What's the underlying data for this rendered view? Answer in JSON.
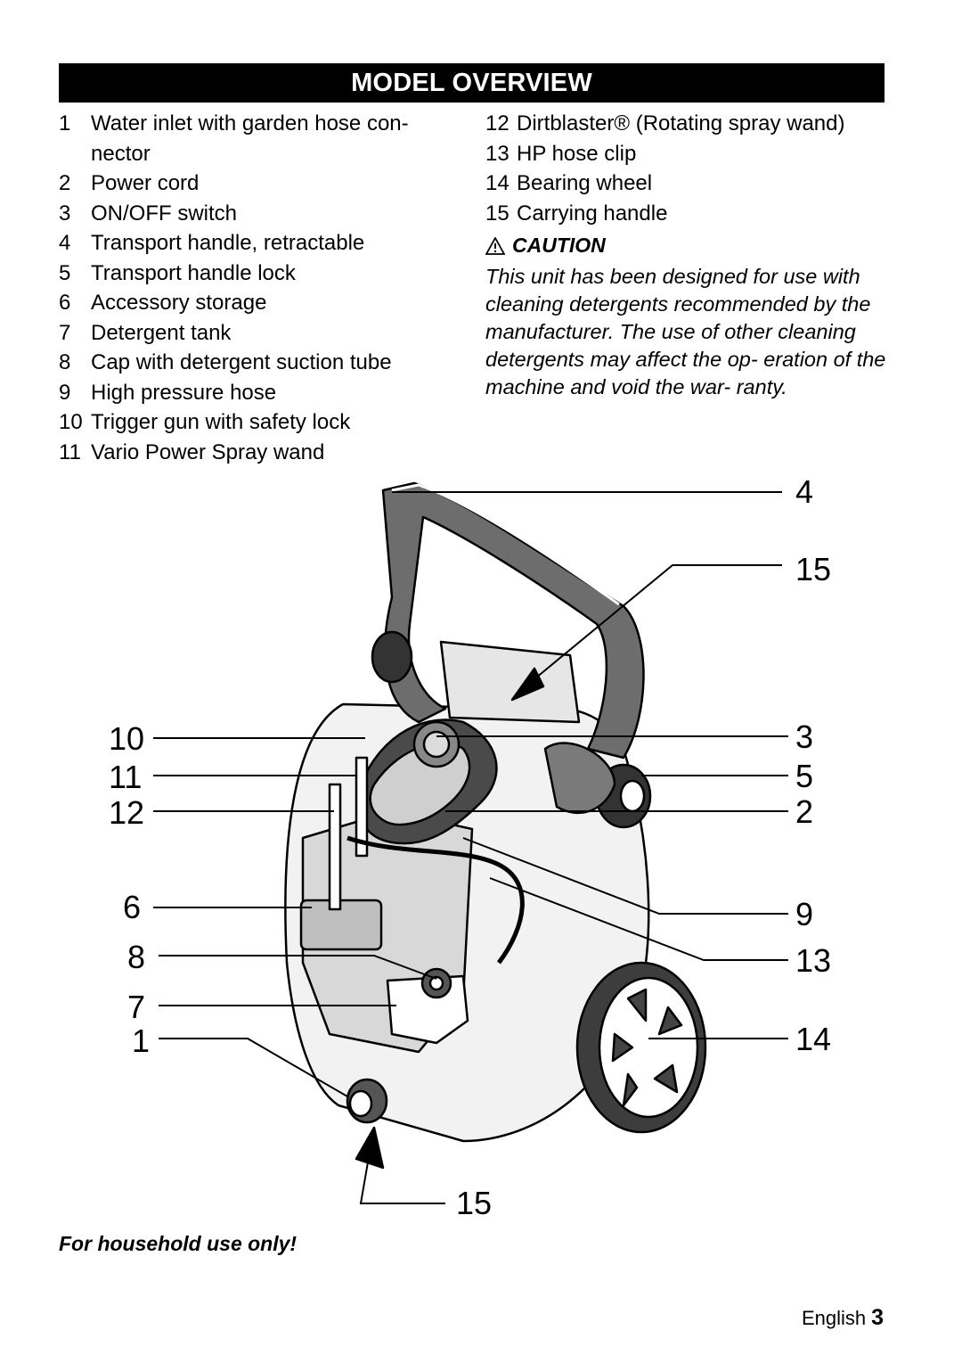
{
  "header": {
    "title": "MODEL OVERVIEW"
  },
  "parts_left": [
    {
      "num": "1",
      "label": "Water inlet with garden hose con-",
      "cont": "nector"
    },
    {
      "num": "2",
      "label": "Power cord"
    },
    {
      "num": "3",
      "label": "ON/OFF switch"
    },
    {
      "num": "4",
      "label": "Transport handle, retractable"
    },
    {
      "num": "5",
      "label": "Transport handle lock"
    },
    {
      "num": "6",
      "label": "Accessory storage"
    },
    {
      "num": "7",
      "label": "Detergent tank"
    },
    {
      "num": "8",
      "label": "Cap with detergent suction tube"
    },
    {
      "num": "9",
      "label": "High pressure hose"
    },
    {
      "num": "10",
      "label": "Trigger gun with safety lock"
    },
    {
      "num": "11",
      "label": "Vario Power Spray wand"
    }
  ],
  "parts_right": [
    {
      "num": "12",
      "label": "Dirtblaster® (Rotating spray wand)"
    },
    {
      "num": "13",
      "label": "HP hose clip"
    },
    {
      "num": "14",
      "label": "Bearing wheel"
    },
    {
      "num": "15",
      "label": "Carrying handle"
    }
  ],
  "caution": {
    "heading": "CAUTION",
    "text": "This unit has been designed for use with cleaning detergents recommended by the manufacturer. The use of other cleaning detergents may affect the op- eration of the machine and void the war- ranty."
  },
  "diagram": {
    "callouts": {
      "c4": "4",
      "c15_top": "15",
      "c10": "10",
      "c3": "3",
      "c11": "11",
      "c5": "5",
      "c12": "12",
      "c2": "2",
      "c6": "6",
      "c9": "9",
      "c8": "8",
      "c13": "13",
      "c7": "7",
      "c1": "1",
      "c14": "14",
      "c15_bottom": "15"
    }
  },
  "footer": {
    "note": "For household use only!",
    "language": "English",
    "page_number": "3"
  }
}
